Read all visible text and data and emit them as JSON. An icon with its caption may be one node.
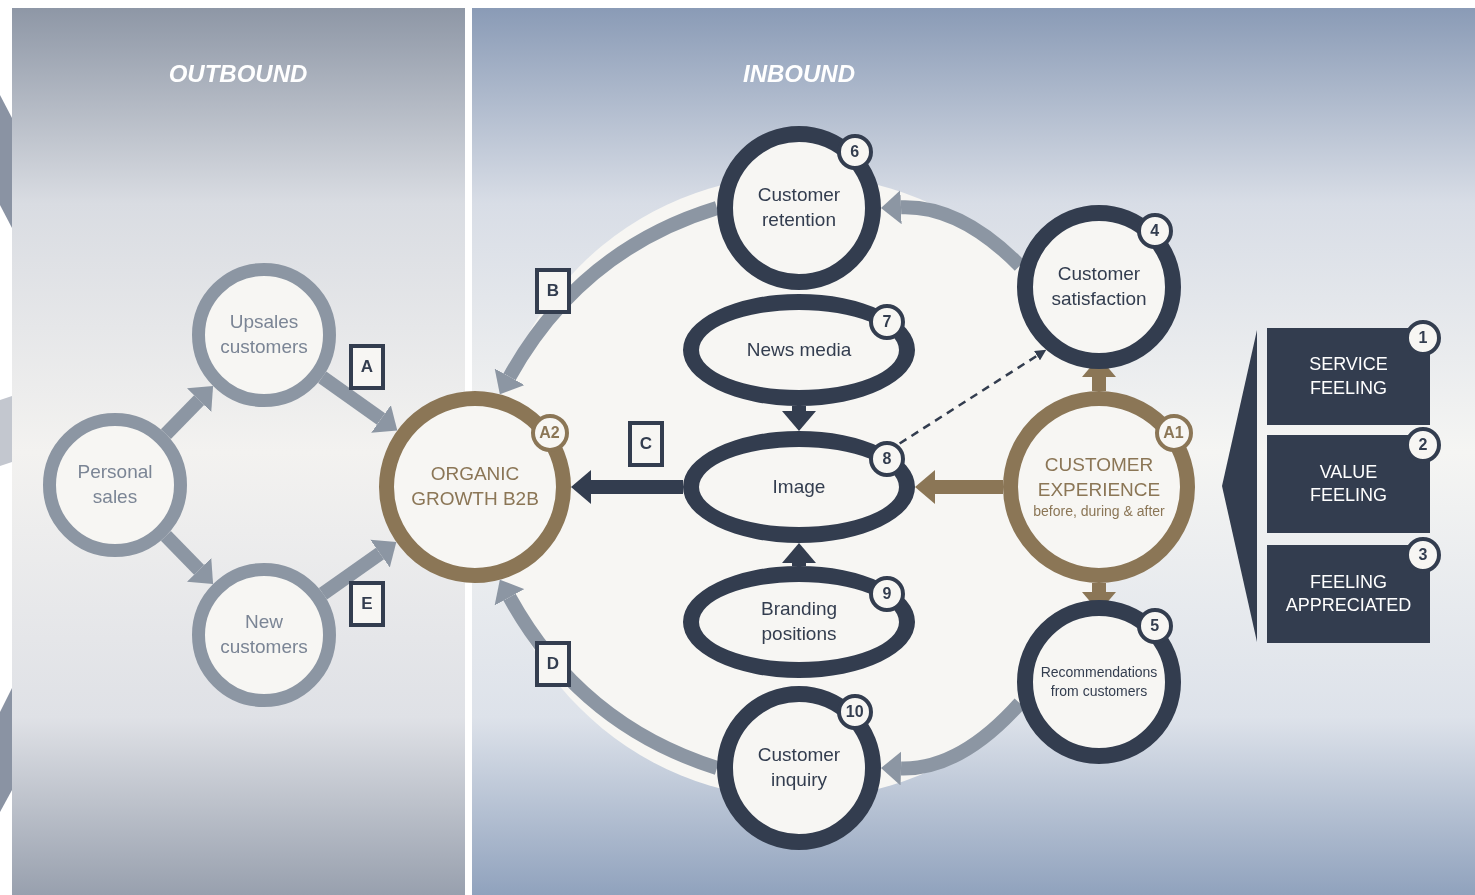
{
  "diagram": {
    "nodes": [
      {
        "text": [
          "OUTBOUND"
        ]
      },
      {
        "text": [
          "INBOUND"
        ]
      },
      {
        "text": [
          "Personal sales"
        ],
        "in": 0
      },
      {
        "text": [
          "Upsales customers"
        ],
        "in": 0
      },
      {
        "text": [
          "New customers"
        ],
        "in": 0
      },
      {
        "text": [
          "A2",
          "ORGANIC GROWTH B2B"
        ]
      },
      {
        "text": [
          "6",
          "Customer retention"
        ],
        "in": 1
      },
      {
        "text": [
          "7",
          "News media"
        ],
        "in": 1
      },
      {
        "text": [
          "8",
          "Image"
        ],
        "in": 1
      },
      {
        "text": [
          "9",
          "Branding positions"
        ],
        "in": 1
      },
      {
        "text": [
          "10",
          "Customer inquiry"
        ],
        "in": 1
      },
      {
        "text": [
          "4",
          "Customer satisfaction"
        ],
        "in": 1
      },
      {
        "text": [
          "A1",
          "CUSTOMER EXPERIENCE",
          "before, during & after"
        ],
        "in": 1
      },
      {
        "text": [
          "5",
          "Recommendations from customers"
        ],
        "in": 1
      },
      {
        "text": [
          "1",
          "SERVICE FEELING"
        ],
        "in": 1
      },
      {
        "text": [
          "2",
          "VALUE FEELING"
        ],
        "in": 1
      },
      {
        "text": [
          "3",
          "FEELING APPRECIATED"
        ],
        "in": 1
      },
      {
        "text": [],
        "shape": "triangle",
        "in": 1
      }
    ],
    "edges": [
      {
        "from": 2,
        "to": 3,
        "arrow": "to"
      },
      {
        "from": 2,
        "to": 4,
        "arrow": "to"
      },
      {
        "from": 3,
        "to": 5,
        "arrow": "to",
        "label": "A"
      },
      {
        "from": 4,
        "to": 5,
        "arrow": "to",
        "label": "E"
      },
      {
        "from": 6,
        "to": 5,
        "arrow": "to",
        "label": "B"
      },
      {
        "from": 10,
        "to": 5,
        "arrow": "to",
        "label": "D"
      },
      {
        "from": 11,
        "to": 6,
        "arrow": "to"
      },
      {
        "from": 13,
        "to": 10,
        "arrow": "to"
      },
      {
        "from": 8,
        "to": 5,
        "arrow": "to",
        "label": "C",
        "color": "#333d4f"
      },
      {
        "from": 7,
        "to": 8,
        "arrow": "to",
        "color": "#333d4f"
      },
      {
        "from": 9,
        "to": 8,
        "arrow": "to",
        "color": "#333d4f"
      },
      {
        "from": 12,
        "to": 8,
        "arrow": "to",
        "color": "#8b7656"
      },
      {
        "from": 12,
        "to": 11,
        "arrow": "to",
        "color": "#8b7656"
      },
      {
        "from": 12,
        "to": 13,
        "arrow": "to",
        "color": "#8b7656"
      },
      {
        "from": 8,
        "to": 11,
        "arrow": "to",
        "style": "dashed",
        "color": "#333d4f"
      }
    ]
  }
}
